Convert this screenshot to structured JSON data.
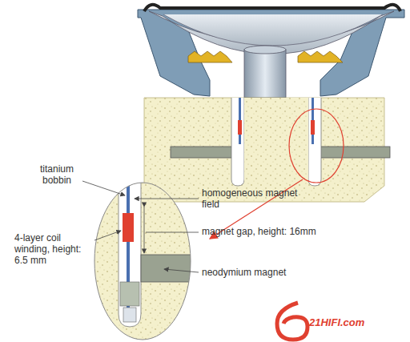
{
  "diagram": {
    "labels": [
      "titanium bobbin",
      "homogeneous magnet field",
      "magnet gap, height: 16mm",
      "4-layer coil winding, height: 6.5 mm",
      "neodymium magnet",
      "21HIFI.com"
    ]
  }
}
